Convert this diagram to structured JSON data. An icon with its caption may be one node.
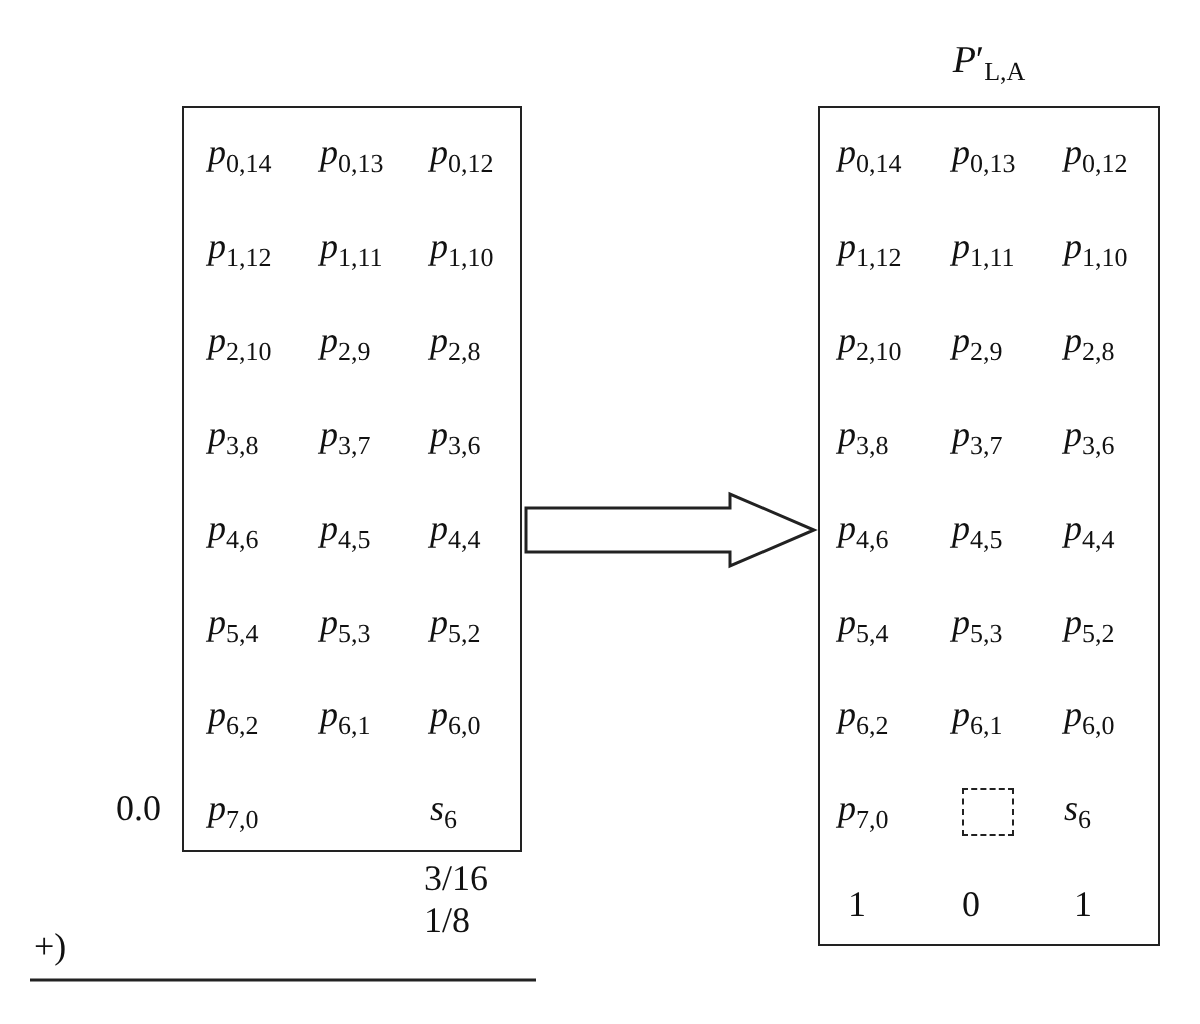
{
  "diagram": {
    "nodes": [
      {
        "text": [
          "*p*$_{0,14}$",
          "*p*$_{0,13}$",
          "*p*$_{0,12}$",
          "*p*$_{1,12}$",
          "*p*$_{1,11}$",
          "*p*$_{1,10}$",
          "*p*$_{2,10}$",
          "*p*$_{2,9}$",
          "*p*$_{2,8}$",
          "*p*$_{3,8}$",
          "*p*$_{3,7}$",
          "*p*$_{3,6}$",
          "*p*$_{4,6}$",
          "*p*$_{4,5}$",
          "*p*$_{4,4}$",
          "*p*$_{5,4}$",
          "*p*$_{5,3}$",
          "*p*$_{5,2}$",
          "*p*$_{6,2}$",
          "*p*$_{6,1}$",
          "*p*$_{6,0}$",
          "*p*$_{7,0}$",
          "*s*$_{6}$"
        ]
      },
      {
        "text": [
          "*P*′$_{L,A}$",
          "*p*$_{0,14}$",
          "*p*$_{0,13}$",
          "*p*$_{0,12}$",
          "*p*$_{1,12}$",
          "*p*$_{1,11}$",
          "*p*$_{1,10}$",
          "*p*$_{2,10}$",
          "*p*$_{2,9}$",
          "*p*$_{2,8}$",
          "*p*$_{3,8}$",
          "*p*$_{3,7}$",
          "*p*$_{3,6}$",
          "*p*$_{4,6}$",
          "*p*$_{4,5}$",
          "*p*$_{4,4}$",
          "*p*$_{5,4}$",
          "*p*$_{5,3}$",
          "*p*$_{5,2}$",
          "*p*$_{6,2}$",
          "*p*$_{6,1}$",
          "*p*$_{6,0}$",
          "*p*$_{7,0}$",
          "*s*$_{6}$",
          "1",
          "0",
          "1"
        ]
      },
      {
        "text": [],
        "shape": "box",
        "in": 1
      }
    ],
    "edges": [
      {
        "from": 0,
        "to": 1,
        "arrow": "to"
      }
    ],
    "labels": [
      "0.0",
      "3/16",
      "1/8",
      "+)"
    ]
  }
}
